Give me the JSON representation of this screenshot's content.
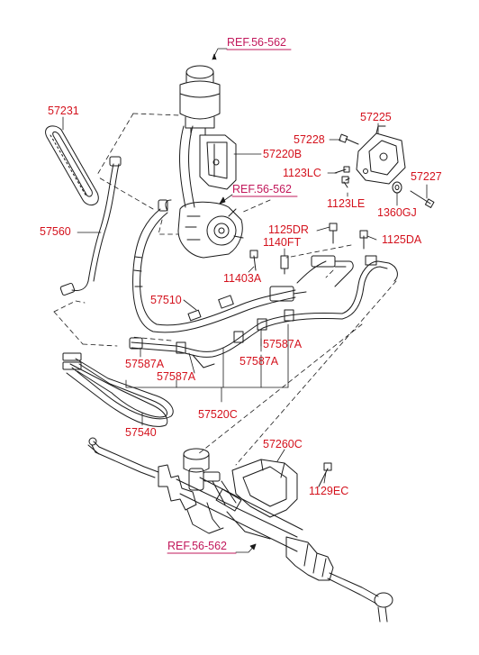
{
  "diagram": {
    "accent_color": "#d4121d",
    "reference_color": "#c2185b",
    "line_color": "#1a1a1a",
    "references": [
      {
        "id": "ref-top",
        "text": "REF.56-562"
      },
      {
        "id": "ref-mid",
        "text": "REF.56-562"
      },
      {
        "id": "ref-bottom",
        "text": "REF.56-562"
      }
    ],
    "parts": [
      {
        "id": "p57231",
        "text": "57231"
      },
      {
        "id": "p57560",
        "text": "57560"
      },
      {
        "id": "p57220B",
        "text": "57220B"
      },
      {
        "id": "p57225",
        "text": "57225"
      },
      {
        "id": "p57228",
        "text": "57228"
      },
      {
        "id": "p1123LC",
        "text": "1123LC"
      },
      {
        "id": "p57227",
        "text": "57227"
      },
      {
        "id": "p1123LE",
        "text": "1123LE"
      },
      {
        "id": "p1360GJ",
        "text": "1360GJ"
      },
      {
        "id": "p1125DR",
        "text": "1125DR"
      },
      {
        "id": "p1140FT",
        "text": "1140FT"
      },
      {
        "id": "p1125DA",
        "text": "1125DA"
      },
      {
        "id": "p11403A",
        "text": "11403A"
      },
      {
        "id": "p57510",
        "text": "57510"
      },
      {
        "id": "p57587A-1",
        "text": "57587A"
      },
      {
        "id": "p57587A-2",
        "text": "57587A"
      },
      {
        "id": "p57587A-3",
        "text": "57587A"
      },
      {
        "id": "p57587A-4",
        "text": "57587A"
      },
      {
        "id": "p57520C",
        "text": "57520C"
      },
      {
        "id": "p57540",
        "text": "57540"
      },
      {
        "id": "p57260C",
        "text": "57260C"
      },
      {
        "id": "p1129EC",
        "text": "1129EC"
      }
    ]
  }
}
